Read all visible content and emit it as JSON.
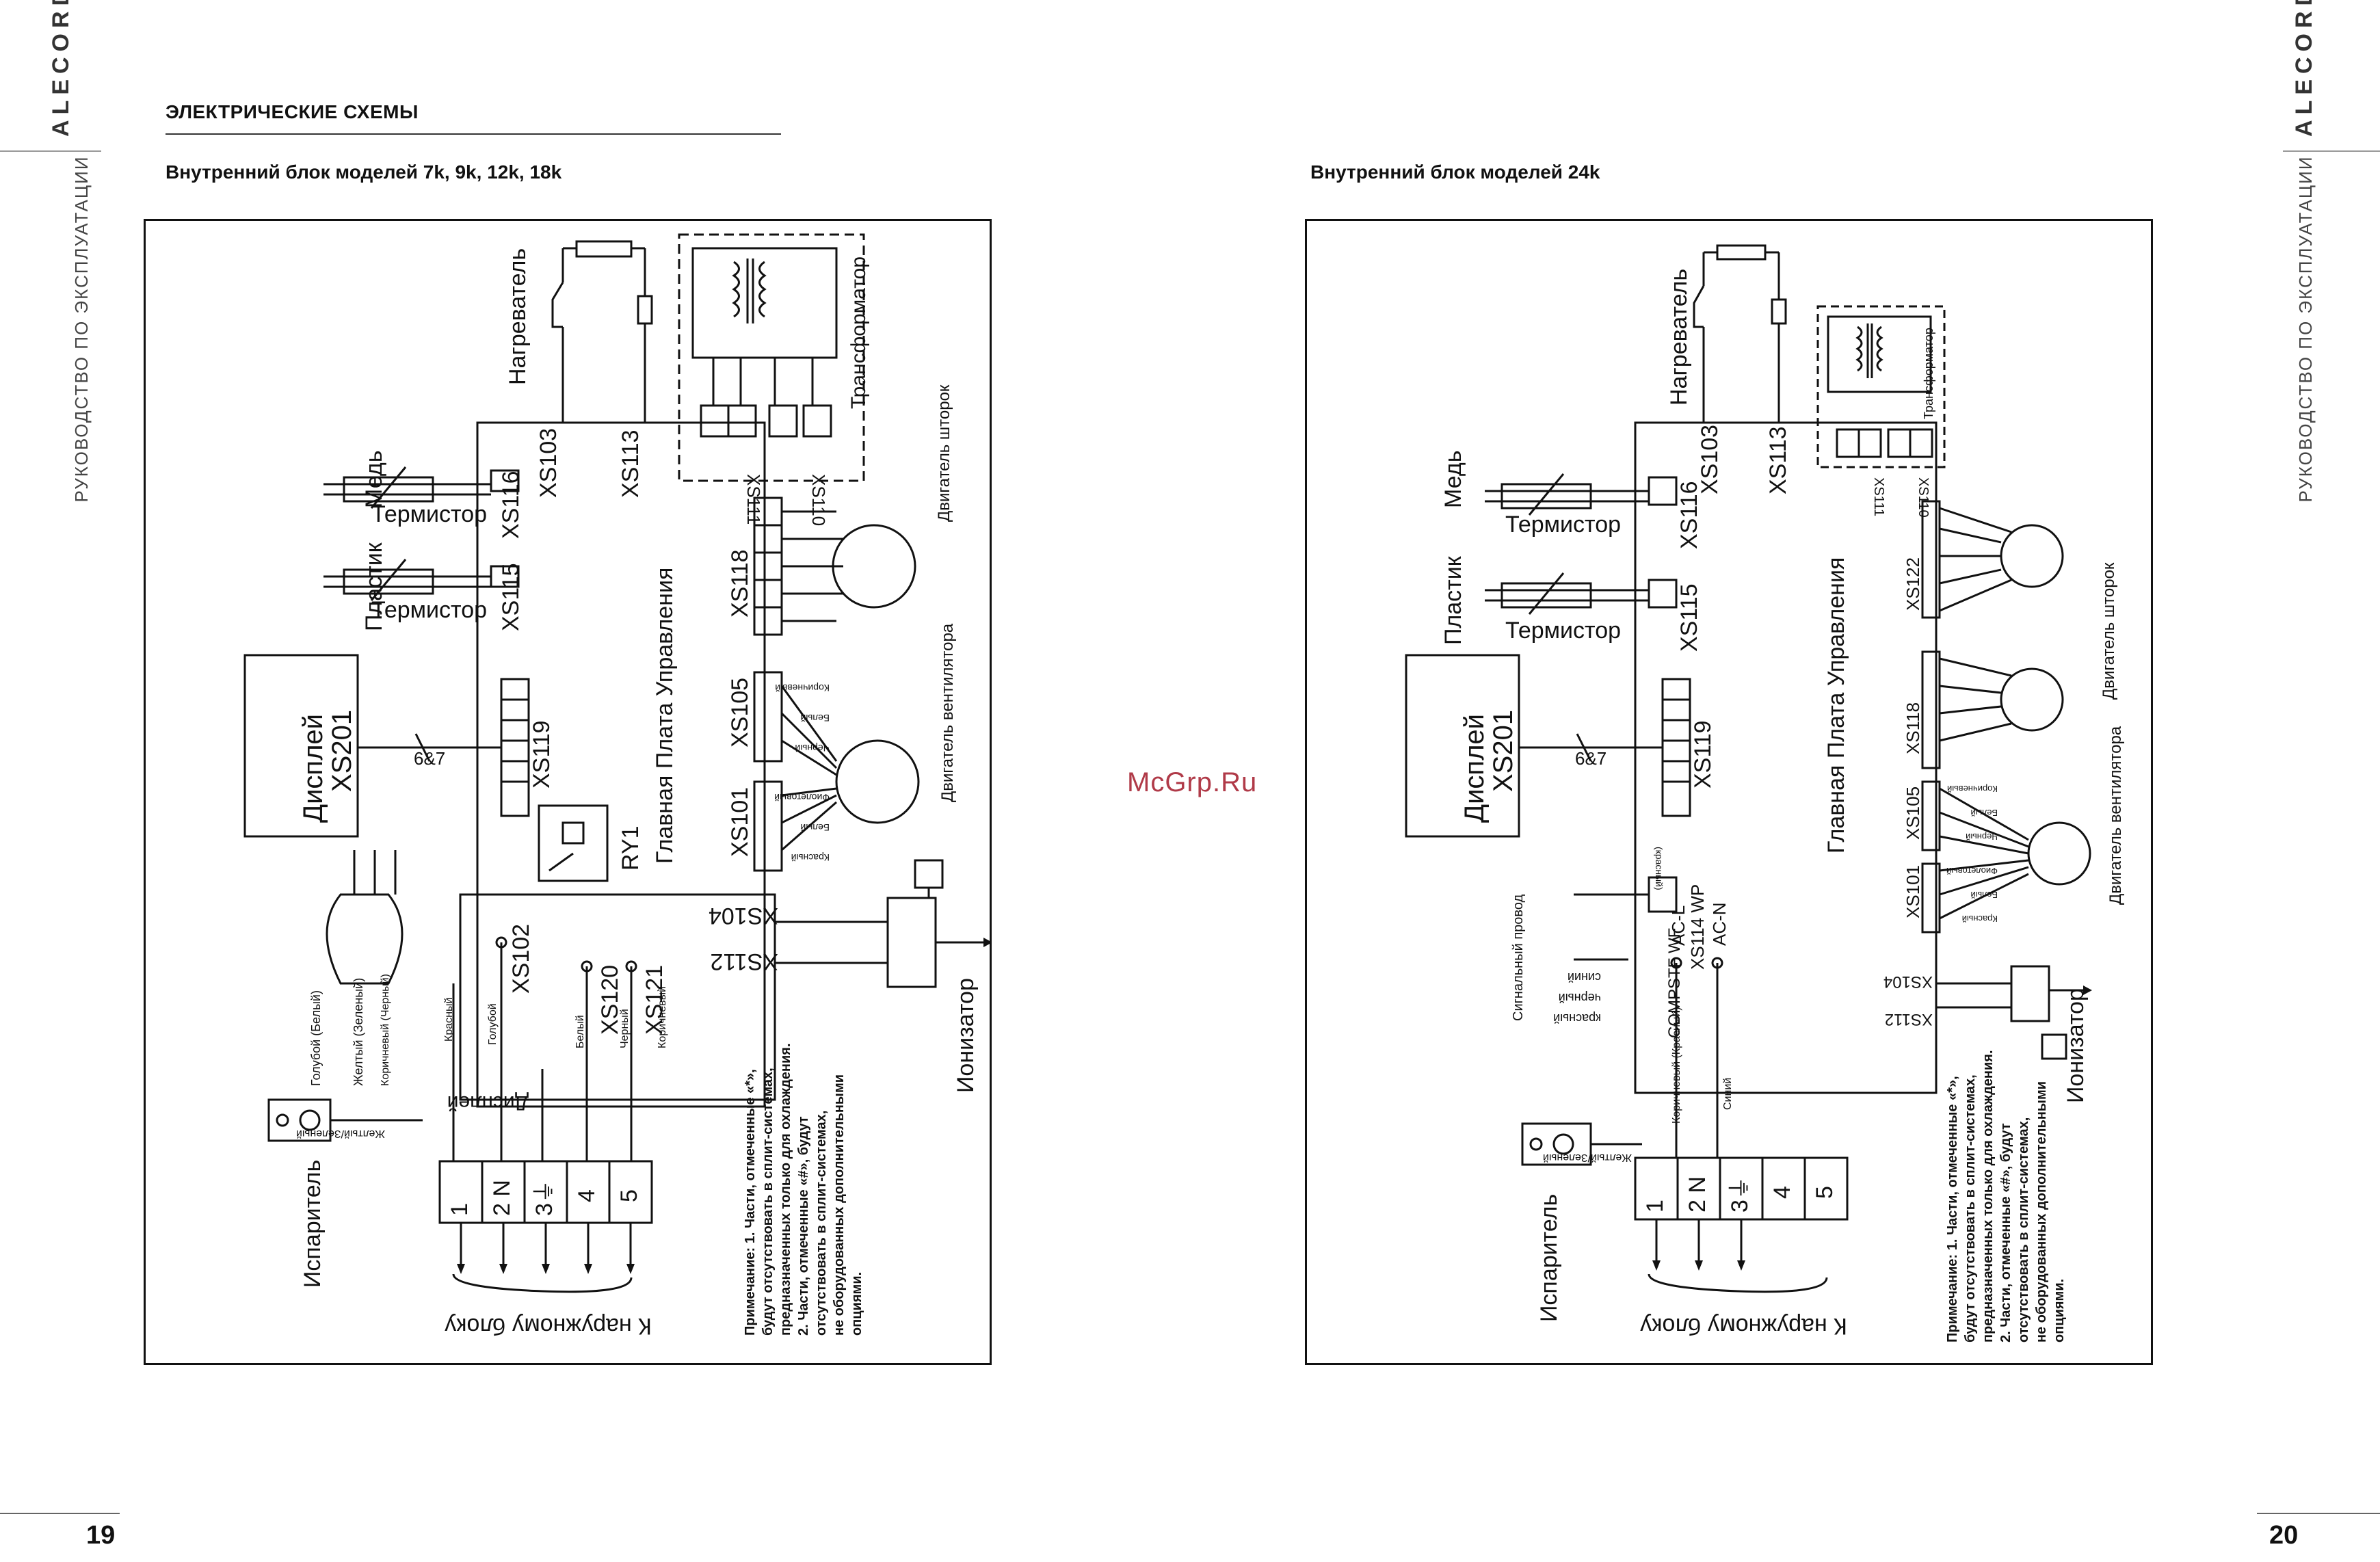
{
  "brand": "ALECORD",
  "manual_label": "РУКОВОДСТВО ПО ЭКСПЛУАТАЦИИ",
  "section_title": "ЭЛЕКТРИЧЕСКИЕ СХЕМЫ",
  "watermark": "McGrp.Ru",
  "left": {
    "page_number": "19",
    "subtitle": "Внутренний блок моделей 7k, 9k, 12k, 18k",
    "labels": {
      "heater": "Нагреватель",
      "transformer": "Трансформатор",
      "copper": "Медь",
      "thermistor1": "Термистор",
      "plastic": "Пластик",
      "thermistor2": "Термистор",
      "display": "Дисплей",
      "xs201": "XS201",
      "bus": "6&7",
      "xs119": "XS119",
      "main_board": "Главная Плата Управления",
      "xs118": "XS118",
      "curtain_motor": "Двигатель шторок",
      "xs105": "XS105",
      "xs101": "XS101",
      "fan_motor": "Двигатель вентилятора",
      "ry1": "RY1",
      "xs116": "XS116",
      "xs115": "XS115",
      "xs103": "XS103",
      "xs113": "XS113",
      "xs111": "XS111",
      "xs110": "XS110",
      "xs102": "XS102",
      "xs120": "XS120",
      "xs121": "XS121",
      "xs104": "XS104",
      "xs112": "XS112",
      "ionizer": "Ионизатор",
      "evaporator": "Испаритель",
      "to_outdoor": "К наружному блоку",
      "display_wire": "Дисплей",
      "yellow_green": "Желтый/Зеленый",
      "wire_blue_white": "Голубой (Белый)",
      "wire_yellow_green": "Желтый (Зеленый)",
      "wire_brown_black": "Коричневый (Черный)",
      "wire_red": "Красный",
      "wire_blue": "Голубой",
      "wire_white": "Белый",
      "wire_black": "Черный",
      "wire_brown": "Коричневый",
      "fan_brown": "Коричневый",
      "fan_white": "Белый",
      "fan_black": "Черный",
      "fan_violet": "Фиолетовый",
      "fan_white2": "Белый",
      "fan_red": "Красный",
      "terminals": [
        "1",
        "2 N",
        "3⏚",
        "4",
        "5"
      ],
      "note_lines": [
        "Примечание: 1. Части, отмеченные «*»,",
        "будут отсутствовать в сплит-системах,",
        "предназначенных только для охлаждения.",
        "2. Части, отмеченные «#», будут",
        "отсутствовать в сплит-системах,",
        "не оборудованных дополнительными",
        "опциями."
      ]
    }
  },
  "right": {
    "page_number": "20",
    "subtitle": "Внутренний блок моделей 24k",
    "labels": {
      "heater": "Нагреватель",
      "transformer": "Трансформатор",
      "copper": "Медь",
      "thermistor1": "Термистор",
      "plastic": "Пластик",
      "thermistor2": "Термистор",
      "display": "Дисплей",
      "xs201": "XS201",
      "bus": "6&7",
      "xs119": "XS119",
      "main_board": "Главная Плата Управления",
      "xs122": "XS122",
      "xs118": "XS118",
      "curtain_motor": "Двигатель шторок",
      "xs105": "XS105",
      "xs101": "XS101",
      "fan_motor": "Двигатель вентилятора",
      "xs116": "XS116",
      "xs115": "XS115",
      "xs103": "XS103",
      "xs113": "XS113",
      "xs111": "XS111",
      "xs110": "XS110",
      "xs114": "XS114 WP",
      "compstf": "COMPSTF WF",
      "acl": "AC-L",
      "acn": "AC-N",
      "xs104": "XS104",
      "xs112": "XS112",
      "ionizer": "Ионизатор",
      "evaporator": "Испаритель",
      "to_outdoor": "К наружному блоку",
      "signal_wire": "Сигнальный провод",
      "sig_blue": "синий",
      "sig_black": "черный",
      "sig_red": "красный",
      "red_small": "(красный)",
      "yellow_green": "Желтый/Зеленый",
      "wire_brown_red": "Коричневый (Красный)",
      "wire_blue": "Синий",
      "fan_brown": "Коричневый",
      "fan_white": "Белый",
      "fan_black": "Черный",
      "fan_violet": "Фиолетовый",
      "fan_white2": "Белый",
      "fan_red": "Красный",
      "terminals": [
        "1",
        "2 N",
        "3⏚",
        "4",
        "5"
      ],
      "note_lines": [
        "Примечание: 1. Части, отмеченные «*»,",
        "будут отсутствовать в сплит-системах,",
        "предназначенных только для охлаждения.",
        "2. Части, отмеченные «#», будут",
        "отсутствовать в сплит-системах,",
        "не оборудованных дополнительными",
        "опциями."
      ]
    }
  }
}
